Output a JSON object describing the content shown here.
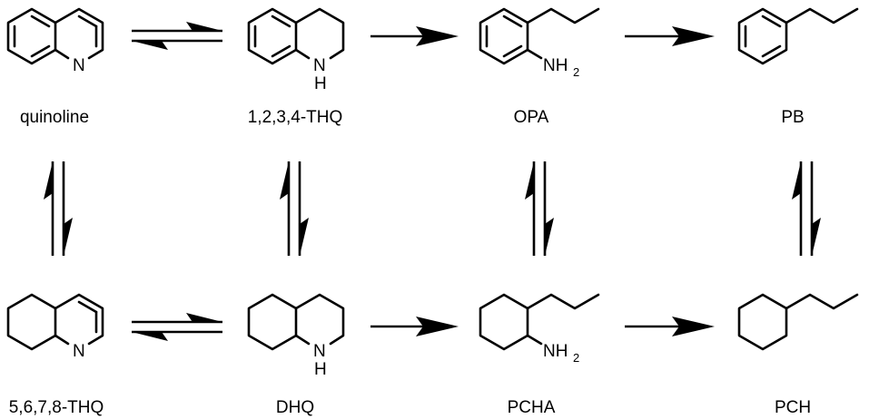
{
  "compounds": {
    "quinoline": "quinoline",
    "thq1234": "1,2,3,4-THQ",
    "opa": "OPA",
    "pb": "PB",
    "thq5678": "5,6,7,8-THQ",
    "dhq": "DHQ",
    "pcha": "PCHA",
    "pch": "PCH"
  },
  "atoms": {
    "n": "N",
    "h": "H",
    "nh": "NH",
    "sub2": "2"
  }
}
